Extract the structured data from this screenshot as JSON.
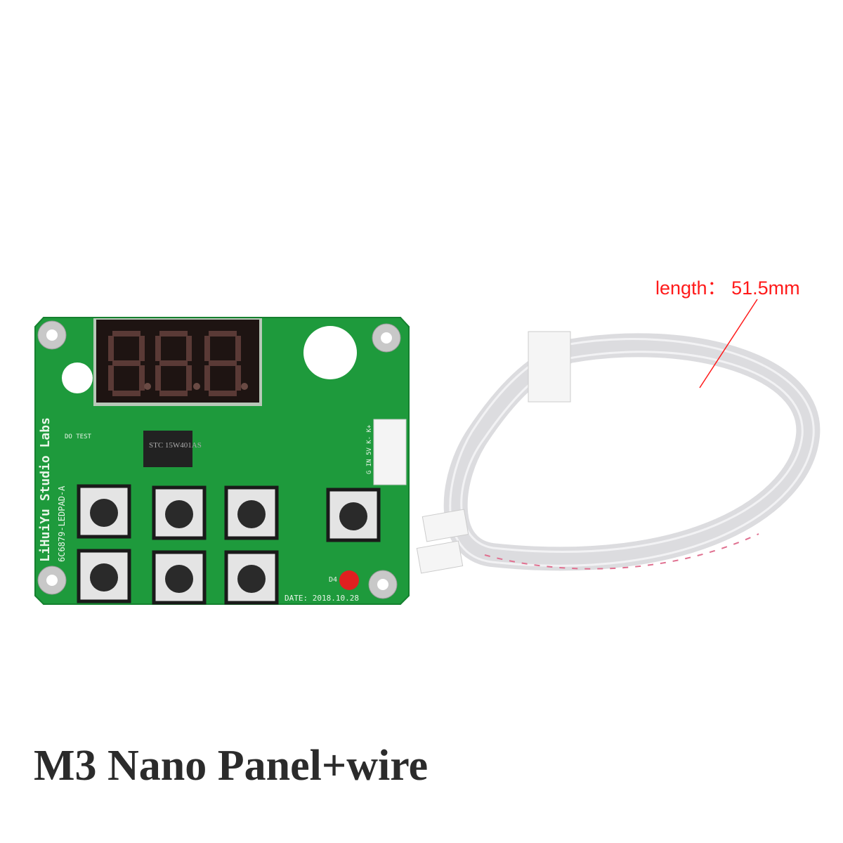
{
  "annotation": {
    "text": "length： 51.5mm",
    "color": "#ff0000"
  },
  "caption": {
    "text": "M3 Nano Panel+wire"
  },
  "board": {
    "brand": "LiHuiYu Studio Labs",
    "model": "6C6879-LEDPAD-A",
    "date": "DATE:  2018.10.28",
    "chip": "STC 15W401AS",
    "test_label": "DO TEST",
    "connector_pins": "G IN 5V K- K+",
    "led_label": "D4",
    "pcb_color": "#1e9a3c",
    "led_color": "#e02020"
  }
}
